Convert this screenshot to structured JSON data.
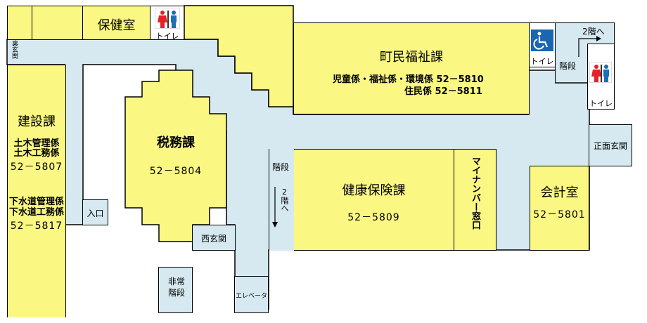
{
  "map": {
    "colors": {
      "room": "#faf783",
      "corridor": "#d6e9f1",
      "wall": "#000000",
      "female": "#e8202a",
      "male": "#1a6fb8",
      "accessible": "#1a66b3"
    },
    "rooms": {
      "hoken": {
        "label": "保健室"
      },
      "chomin": {
        "label": "町民福祉課",
        "line1": "児童係・福祉係・環境係  52－5810",
        "line2": "住民係  52－5811"
      },
      "kensetsu": {
        "label": "建設課",
        "group1": [
          "土木管理係",
          "土木工務係"
        ],
        "phone1": "52－5807",
        "group2": [
          "下水道管理係",
          "下水道工務係"
        ],
        "phone2": "52－5817"
      },
      "zeimu": {
        "label": "税務課",
        "phone": "52－5804"
      },
      "kenko": {
        "label": "健康保険課",
        "phone": "52－5809"
      },
      "mynumber": {
        "label": "マイナンバー窓口"
      },
      "kaikei": {
        "label": "会計室",
        "phone": "52－5801"
      }
    },
    "facilities": {
      "toilet_top": "トイレ",
      "toilet_accessible": "トイレ",
      "toilet_right": "トイレ",
      "stairs_top": "階段",
      "stairs_top_arrow": "2階へ",
      "stairs_center": "階段",
      "stairs_center_arrow": "2階へ",
      "east_entrance": "正面玄関",
      "west_entrance": "西玄関",
      "entrance": "入口",
      "north_entrance": "裏玄関",
      "emergency_stairs": "非常階段",
      "elevator": "エレベータ"
    }
  }
}
